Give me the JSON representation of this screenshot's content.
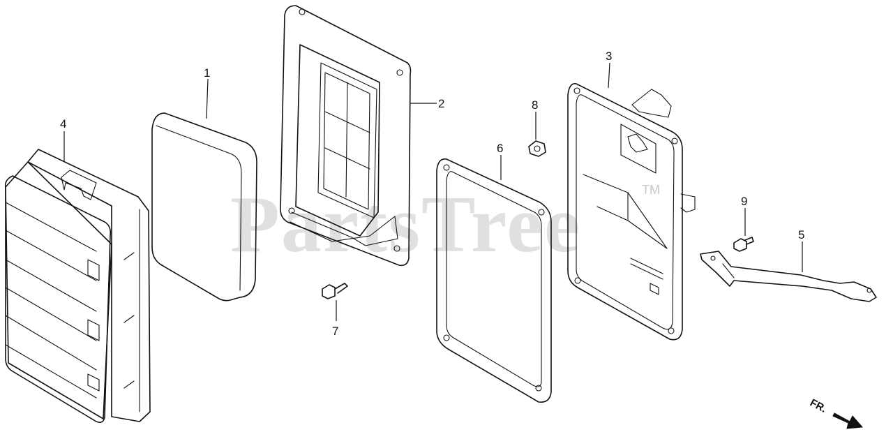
{
  "callouts": {
    "p1": "1",
    "p2": "2",
    "p3": "3",
    "p4": "4",
    "p5": "5",
    "p6": "6",
    "p7": "7",
    "p8": "8",
    "p9": "9"
  },
  "watermark": {
    "text": "PartsTree",
    "trademark": "TM"
  },
  "direction_marker": {
    "label": "FR."
  }
}
